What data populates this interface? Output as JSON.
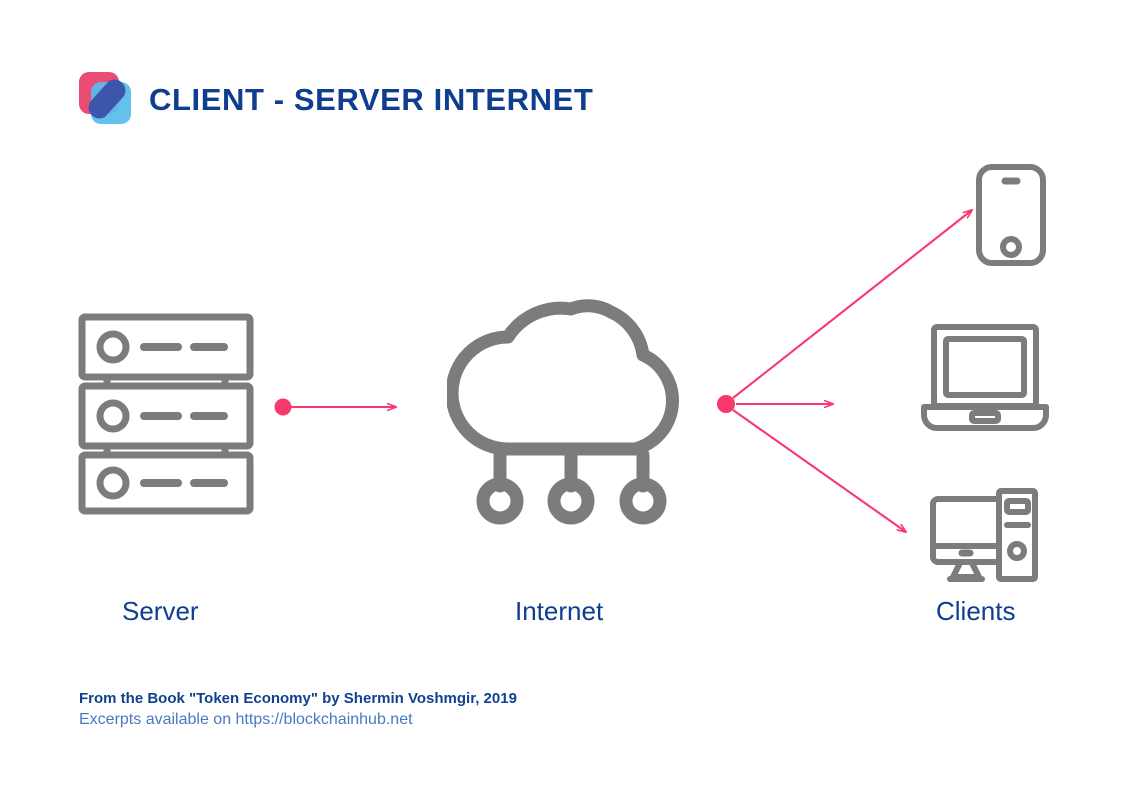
{
  "header": {
    "title": "CLIENT - SERVER INTERNET",
    "logo_name": "blockchainhub-logo"
  },
  "colors": {
    "navy": "#0f3d8f",
    "pink": "#f8386e",
    "gray": "#7c7c7c",
    "logo_pink": "#ea4c73",
    "logo_blue_light": "#58bced",
    "logo_blue_dark": "#3d55ab",
    "footer_blue_light": "#4a79c0",
    "background": "#ffffff"
  },
  "diagram": {
    "type": "network-topology",
    "nodes": [
      {
        "id": "server",
        "label": "Server",
        "icon": "server-rack-icon"
      },
      {
        "id": "internet",
        "label": "Internet",
        "icon": "cloud-network-icon"
      },
      {
        "id": "clients",
        "label": "Clients",
        "icon": "client-devices-group"
      }
    ],
    "client_devices": [
      {
        "id": "phone",
        "icon": "smartphone-icon"
      },
      {
        "id": "laptop",
        "icon": "laptop-icon"
      },
      {
        "id": "desktop",
        "icon": "desktop-computer-icon"
      }
    ],
    "connections": [
      {
        "id": "server-to-internet",
        "from": "server",
        "to": "internet",
        "style": "arrow-with-dot"
      },
      {
        "id": "internet-to-phone",
        "from": "internet",
        "to": "phone",
        "style": "arrow-with-dot"
      },
      {
        "id": "internet-to-laptop",
        "from": "internet",
        "to": "laptop",
        "style": "arrow-with-dot"
      },
      {
        "id": "internet-to-desktop",
        "from": "internet",
        "to": "desktop",
        "style": "arrow-with-dot"
      }
    ]
  },
  "labels": {
    "server": "Server",
    "internet": "Internet",
    "clients": "Clients"
  },
  "footer": {
    "line1": "From the Book \"Token Economy\" by Shermin Voshmgir, 2019",
    "line2": "Excerpts available on https://blockchainhub.net"
  }
}
